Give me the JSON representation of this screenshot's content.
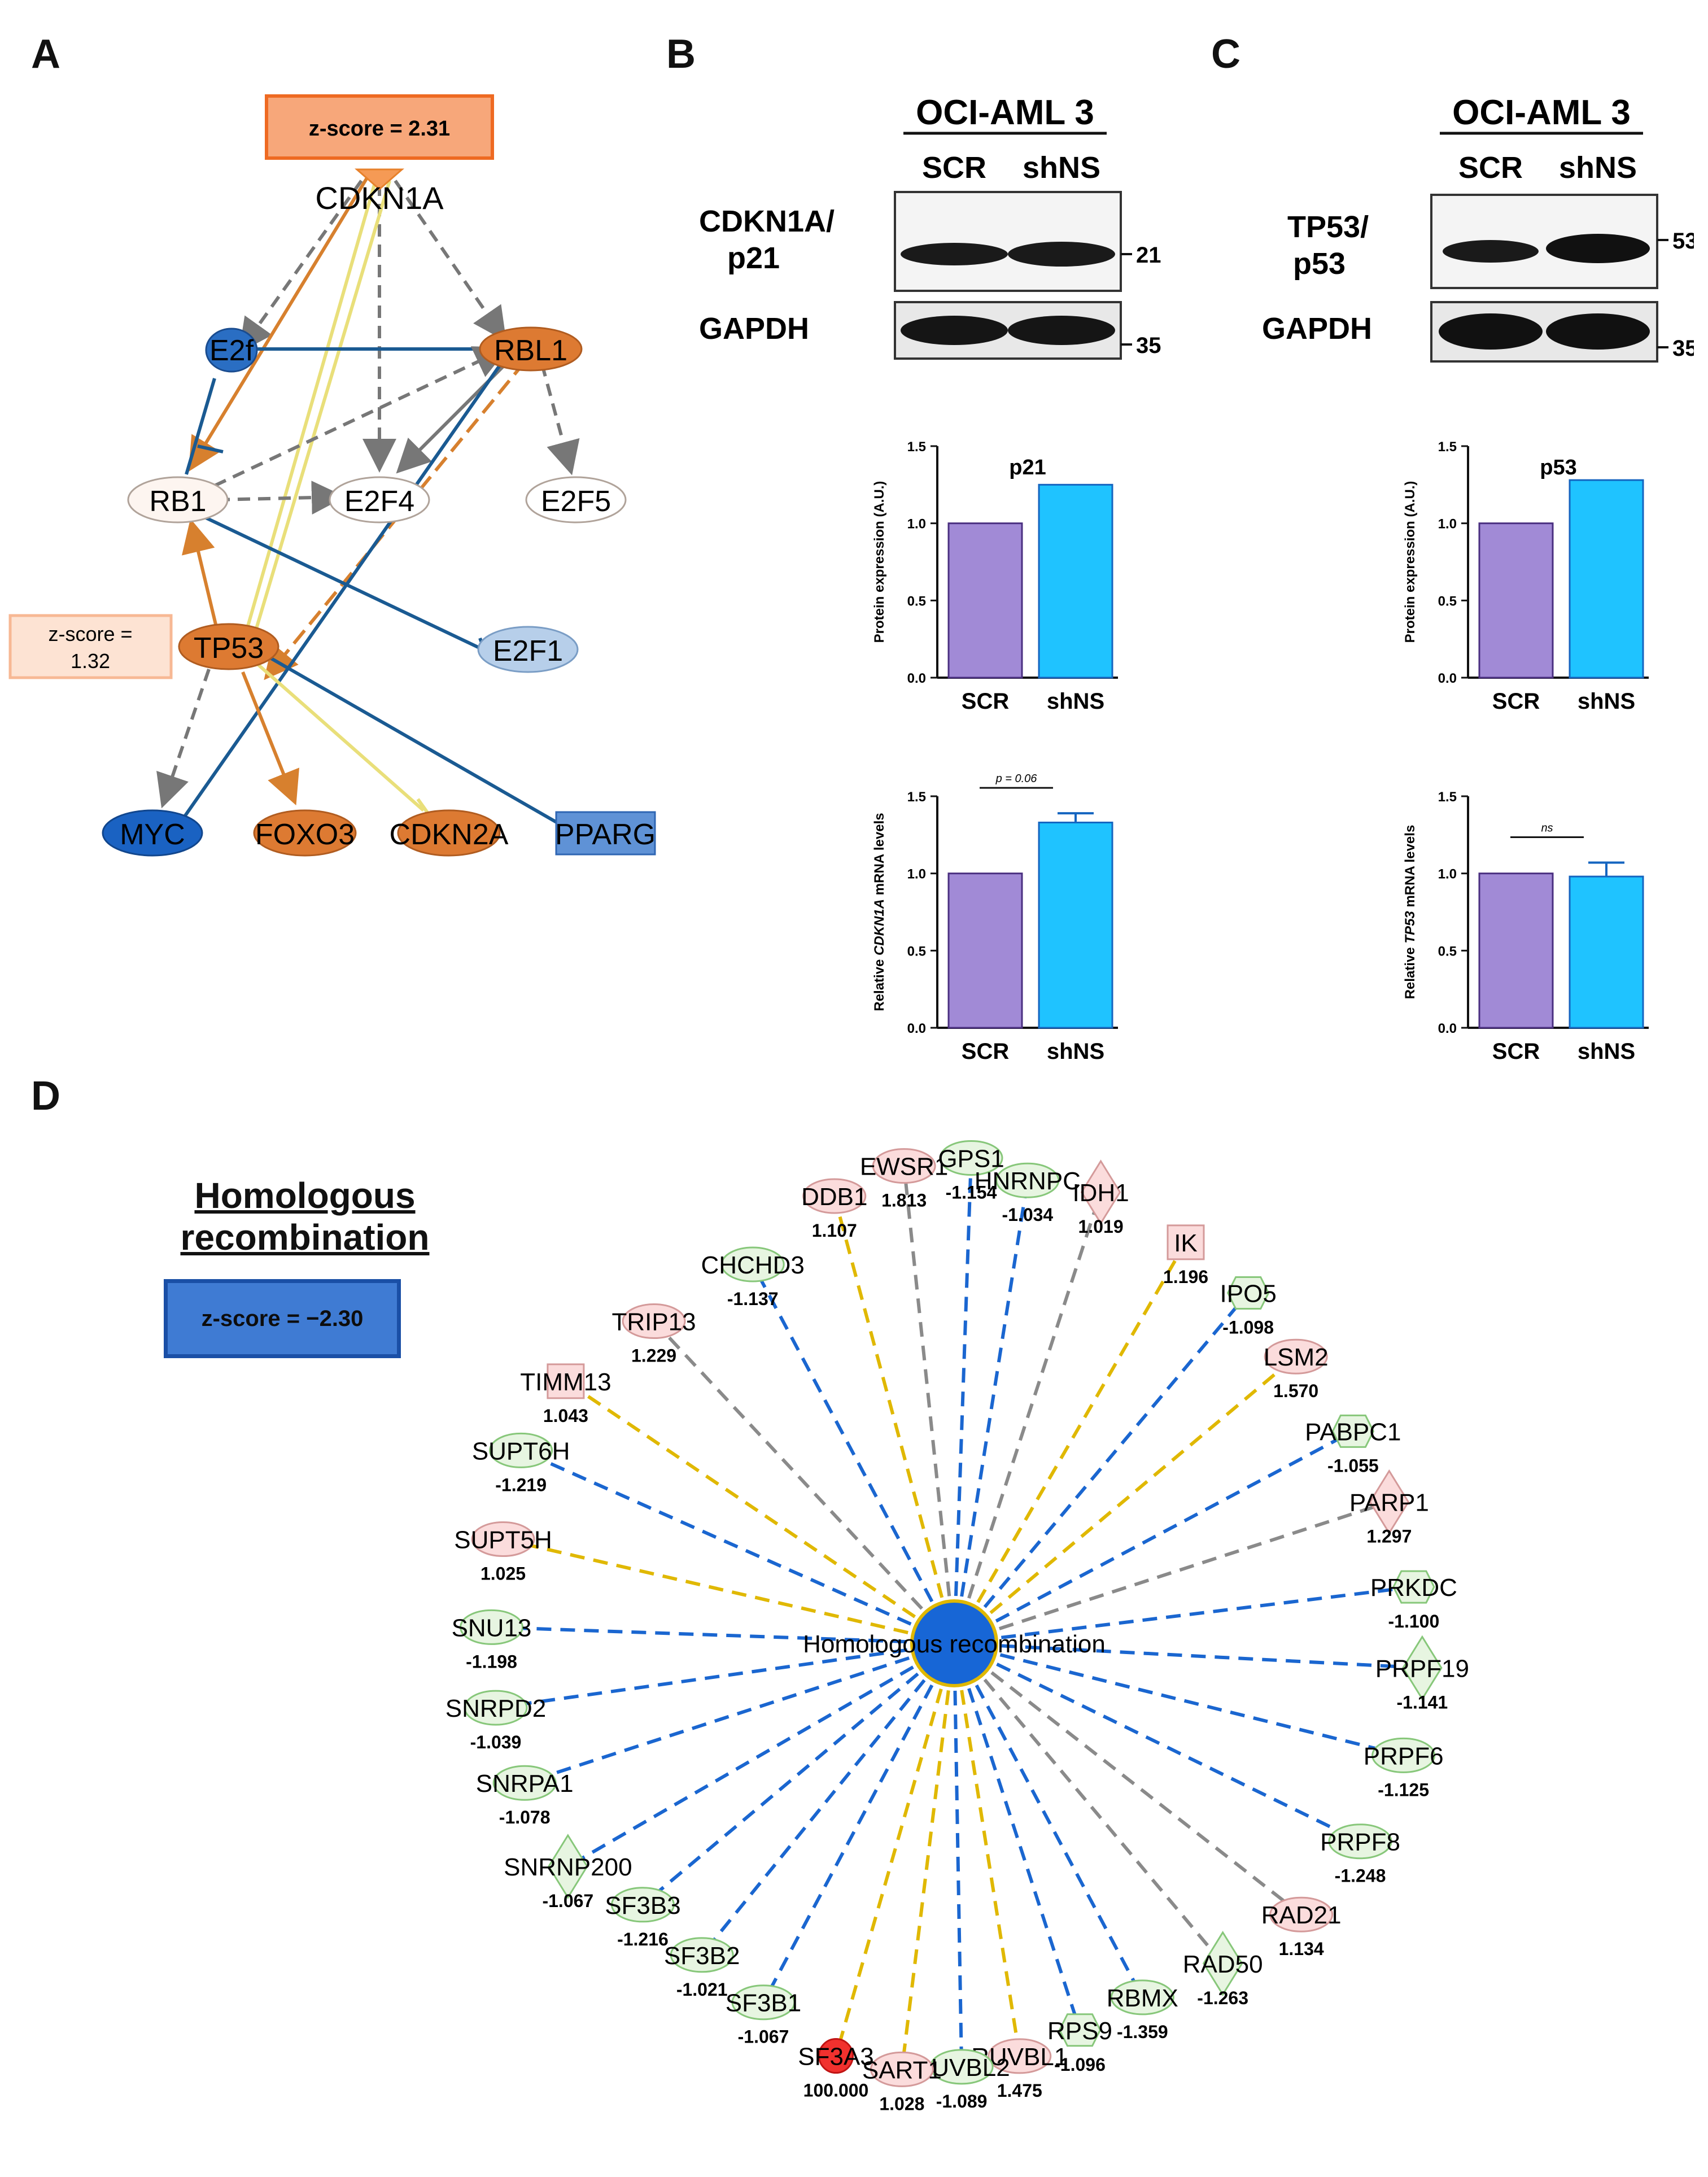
{
  "panels": {
    "A": "A",
    "B": "B",
    "C": "C",
    "D": "D"
  },
  "a": {
    "zscore_top": "z-score = 2.31",
    "zscore_side_1": "z-score =",
    "zscore_side_2": "1.32",
    "nodes": {
      "CDKN1A": "CDKN1A",
      "E2f": "E2f",
      "RBL1": "RBL1",
      "RB1": "RB1",
      "E2F4": "E2F4",
      "E2F5": "E2F5",
      "TP53": "TP53",
      "E2F1": "E2F1",
      "MYC": "MYC",
      "FOXO3": "FOXO3",
      "CDKN2A": "CDKN2A",
      "PPARG": "PPARG"
    }
  },
  "b": {
    "cell_line": "OCI-AML 3",
    "lane1": "SCR",
    "lane2": "shNS",
    "protein_label_1": "CDKN1A/",
    "protein_label_2": "p21",
    "loading": "GAPDH",
    "mw_top": "21",
    "mw_bottom": "35"
  },
  "c": {
    "cell_line": "OCI-AML 3",
    "lane1": "SCR",
    "lane2": "shNS",
    "protein_label_1": "TP53/",
    "protein_label_2": "p53",
    "loading": "GAPDH",
    "mw_top": "53",
    "mw_bottom": "35"
  },
  "d": {
    "title_1": "Homologous",
    "title_2": "recombination",
    "zscore": "z-score = −2.30",
    "hub": "Homologous recombination",
    "genes": [
      {
        "name": "DDB1",
        "value": "1.107",
        "shape": "ellipse",
        "reg": "up",
        "line": "yellow"
      },
      {
        "name": "EWSR1",
        "value": "1.813",
        "shape": "ellipse",
        "reg": "up",
        "line": "gray"
      },
      {
        "name": "GPS1",
        "value": "-1.154",
        "shape": "ellipse",
        "reg": "down",
        "line": "blue"
      },
      {
        "name": "HNRNPC",
        "value": "-1.034",
        "shape": "ellipse",
        "reg": "down",
        "line": "blue"
      },
      {
        "name": "IDH1",
        "value": "1.019",
        "shape": "diamond",
        "reg": "up",
        "line": "gray"
      },
      {
        "name": "IK",
        "value": "1.196",
        "shape": "square",
        "reg": "up",
        "line": "yellow"
      },
      {
        "name": "IPO5",
        "value": "-1.098",
        "shape": "hex",
        "reg": "down",
        "line": "blue"
      },
      {
        "name": "LSM2",
        "value": "1.570",
        "shape": "ellipse",
        "reg": "up",
        "line": "yellow"
      },
      {
        "name": "PABPC1",
        "value": "-1.055",
        "shape": "hex",
        "reg": "down",
        "line": "blue"
      },
      {
        "name": "PARP1",
        "value": "1.297",
        "shape": "diamond",
        "reg": "up",
        "line": "gray"
      },
      {
        "name": "PRKDC",
        "value": "-1.100",
        "shape": "hex",
        "reg": "down",
        "line": "blue"
      },
      {
        "name": "PRPF19",
        "value": "-1.141",
        "shape": "diamond",
        "reg": "down",
        "line": "blue"
      },
      {
        "name": "PRPF6",
        "value": "-1.125",
        "shape": "ellipse",
        "reg": "down",
        "line": "blue"
      },
      {
        "name": "PRPF8",
        "value": "-1.248",
        "shape": "ellipse",
        "reg": "down",
        "line": "blue"
      },
      {
        "name": "RAD21",
        "value": "1.134",
        "shape": "ellipse",
        "reg": "up",
        "line": "gray"
      },
      {
        "name": "RAD50",
        "value": "-1.263",
        "shape": "diamond",
        "reg": "down",
        "line": "gray"
      },
      {
        "name": "RBMX",
        "value": "-1.359",
        "shape": "ellipse",
        "reg": "down",
        "line": "blue"
      },
      {
        "name": "RPS9",
        "value": "-1.096",
        "shape": "hex",
        "reg": "down",
        "line": "blue"
      },
      {
        "name": "RUVBL1",
        "value": "1.475",
        "shape": "ellipse",
        "reg": "up",
        "line": "yellow"
      },
      {
        "name": "RUVBL2",
        "value": "-1.089",
        "shape": "ellipse",
        "reg": "down",
        "line": "blue"
      },
      {
        "name": "SART1",
        "value": "1.028",
        "shape": "ellipse",
        "reg": "up",
        "line": "yellow"
      },
      {
        "name": "SF3A3",
        "value": "100.000",
        "shape": "ellipse",
        "reg": "strong",
        "line": "yellow"
      },
      {
        "name": "SF3B1",
        "value": "-1.067",
        "shape": "ellipse",
        "reg": "down",
        "line": "blue"
      },
      {
        "name": "SF3B2",
        "value": "-1.021",
        "shape": "ellipse",
        "reg": "down",
        "line": "blue"
      },
      {
        "name": "SF3B3",
        "value": "-1.216",
        "shape": "ellipse",
        "reg": "down",
        "line": "blue"
      },
      {
        "name": "SNRNP200",
        "value": "-1.067",
        "shape": "diamond",
        "reg": "down",
        "line": "blue"
      },
      {
        "name": "SNRPA1",
        "value": "-1.078",
        "shape": "ellipse",
        "reg": "down",
        "line": "blue"
      },
      {
        "name": "SNRPD2",
        "value": "-1.039",
        "shape": "ellipse",
        "reg": "down",
        "line": "blue"
      },
      {
        "name": "SNU13",
        "value": "-1.198",
        "shape": "ellipse",
        "reg": "down",
        "line": "blue"
      },
      {
        "name": "SUPT5H",
        "value": "1.025",
        "shape": "ellipse",
        "reg": "up",
        "line": "yellow"
      },
      {
        "name": "SUPT6H",
        "value": "-1.219",
        "shape": "ellipse",
        "reg": "down",
        "line": "blue"
      },
      {
        "name": "TIMM13",
        "value": "1.043",
        "shape": "square",
        "reg": "up",
        "line": "yellow"
      },
      {
        "name": "TRIP13",
        "value": "1.229",
        "shape": "ellipse",
        "reg": "up",
        "line": "gray"
      },
      {
        "name": "CHCHD3",
        "value": "-1.137",
        "shape": "ellipse",
        "reg": "down",
        "line": "blue"
      }
    ]
  },
  "chart_data": [
    {
      "type": "bar",
      "panel": "B",
      "title": "p21",
      "categories": [
        "SCR",
        "shNS"
      ],
      "values": [
        1.0,
        1.25
      ],
      "ylabel": "Protein expression (A.U.)",
      "ylim": [
        0,
        1.5
      ],
      "yticks": [
        "0.0",
        "0.5",
        "1.0",
        "1.5"
      ],
      "colors": [
        "#a18ad6",
        "#1fc3ff"
      ]
    },
    {
      "type": "bar",
      "panel": "B",
      "title": "",
      "categories": [
        "SCR",
        "shNS"
      ],
      "values": [
        1.0,
        1.33
      ],
      "errors": [
        0,
        0.06
      ],
      "ylabel_1": "Relative ",
      "ylabel_2": "CDKN1A",
      "ylabel_3": " mRNA levels",
      "ylim": [
        0,
        1.5
      ],
      "yticks": [
        "0.0",
        "0.5",
        "1.0",
        "1.5"
      ],
      "annotation": "p = 0.06",
      "colors": [
        "#a18ad6",
        "#1fc3ff"
      ]
    },
    {
      "type": "bar",
      "panel": "C",
      "title": "p53",
      "categories": [
        "SCR",
        "shNS"
      ],
      "values": [
        1.0,
        1.28
      ],
      "ylabel": "Protein expression (A.U.)",
      "ylim": [
        0,
        1.5
      ],
      "yticks": [
        "0.0",
        "0.5",
        "1.0",
        "1.5"
      ],
      "colors": [
        "#a18ad6",
        "#1fc3ff"
      ]
    },
    {
      "type": "bar",
      "panel": "C",
      "title": "",
      "categories": [
        "SCR",
        "shNS"
      ],
      "values": [
        1.0,
        0.98
      ],
      "errors": [
        0,
        0.09
      ],
      "ylabel_1": "Relative ",
      "ylabel_2": "TP53",
      "ylabel_3": " mRNA levels",
      "ylim": [
        0,
        1.5
      ],
      "yticks": [
        "0.0",
        "0.5",
        "1.0",
        "1.5"
      ],
      "annotation": "ns",
      "colors": [
        "#a18ad6",
        "#1fc3ff"
      ]
    }
  ]
}
